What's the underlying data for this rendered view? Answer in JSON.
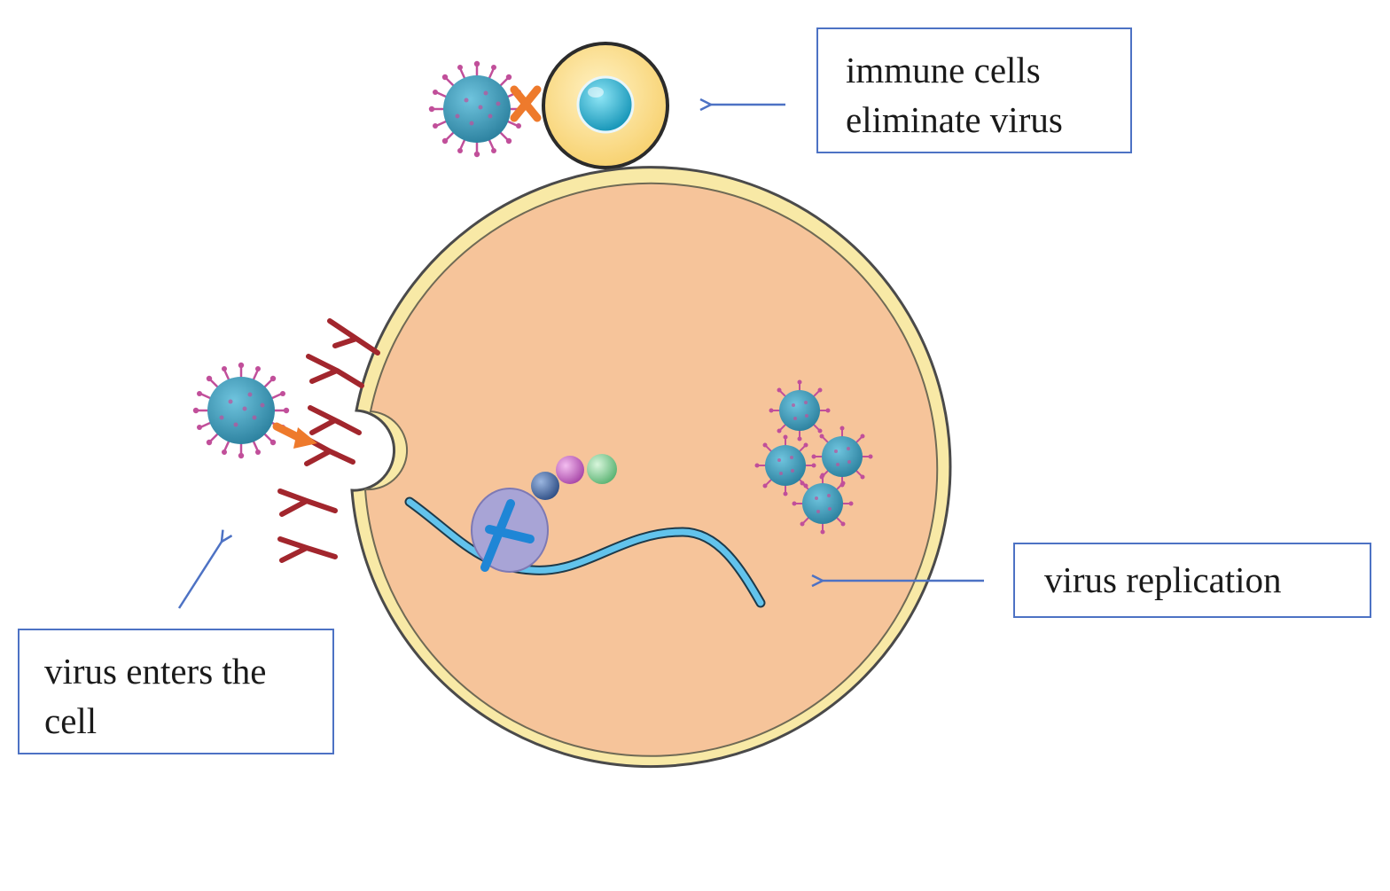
{
  "labels": {
    "immune": {
      "line1": "immune cells",
      "line2": "eliminate virus"
    },
    "replication": {
      "line1": "virus replication"
    },
    "enters": {
      "line1": "virus enters the",
      "line2": "cell"
    }
  },
  "colors": {
    "box_border": "#4d72c4",
    "arrow": "#4d72c4",
    "host_cell_fill": "#f6c49a",
    "host_cell_membrane": "#f8e9a6",
    "virus_body": "#3a9bbd",
    "virus_spike": "#c14f9a",
    "receptor": "#a2262d",
    "immune_cell_fill": "#fbe6a6",
    "immune_nucleus": "#13a6c9",
    "blocking_x": "#ee7a2c",
    "entry_arrow": "#ee7a2c",
    "rna_strand": "#62c3ec",
    "ribosome": "#a8a4d6",
    "translation_mark": "#1f86d6",
    "protein_beads": [
      "#3d5f9a",
      "#c05fc0",
      "#7ccf95"
    ]
  }
}
